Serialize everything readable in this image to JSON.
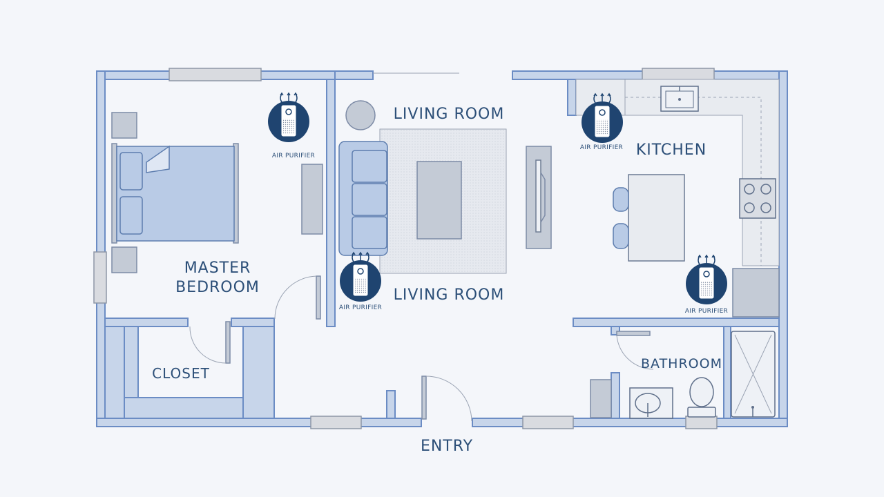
{
  "rooms": {
    "living_room_top": "LIVING ROOM",
    "living_room_bottom": "LIVING ROOM",
    "kitchen": "KITCHEN",
    "master_bedroom_line1": "MASTER",
    "master_bedroom_line2": "BEDROOM",
    "closet": "CLOSET",
    "bathroom": "BATHROOM",
    "entry": "ENTRY"
  },
  "purifiers": [
    {
      "label": "AIR PURIFIER",
      "icon": "air-purifier-icon"
    },
    {
      "label": "AIR PURIFIER",
      "icon": "air-purifier-icon"
    },
    {
      "label": "AIR PURIFIER",
      "icon": "air-purifier-icon"
    },
    {
      "label": "AIR PURIFIER",
      "icon": "air-purifier-icon"
    }
  ],
  "colors": {
    "wall_fill": "#c7d5ea",
    "wall_stroke": "#6b8cc4",
    "label": "#2c4f78",
    "purifier_badge": "#1f4470"
  }
}
